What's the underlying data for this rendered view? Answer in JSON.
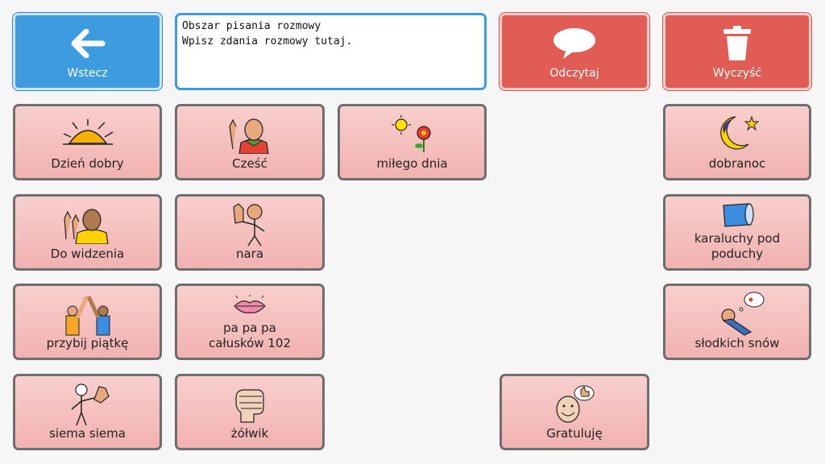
{
  "toolbar": {
    "back_label": "Wstecz",
    "speak_label": "Odczytaj",
    "clear_label": "Wyczyść"
  },
  "message": {
    "line1": "Obszar pisania rozmowy",
    "line2": "Wpisz zdania rozmowy tutaj."
  },
  "tiles": {
    "dzien_dobry": "Dzień dobry",
    "czesc": "Cześć",
    "milego_dnia": "miłego dnia",
    "dobranoc": "dobranoc",
    "do_widzenia": "Do widzenia",
    "nara": "nara",
    "karaluchy": "karaluchy pod poduchy",
    "przybij": "przybij piątkę",
    "pa_pa": "pa pa pa całusków 102",
    "slodkich": "słodkich snów",
    "siema": "siema siema",
    "zolwik": "żółwik",
    "gratuluje": "Gratuluję"
  },
  "colors": {
    "tile_pink": "#f4bfbd",
    "action_red": "#e05c55",
    "back_blue": "#3d9be0"
  }
}
